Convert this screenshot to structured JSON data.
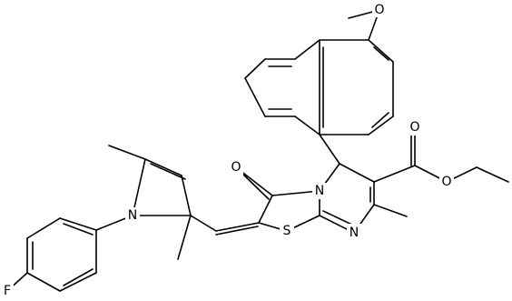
{
  "molecule": {
    "atom_labels": {
      "methoxy_oxygen": "O",
      "ketone_oxygen": "O",
      "ester_carbonyl_oxygen": "O",
      "ester_ether_oxygen": "O",
      "ring_nitrogen": "N",
      "imine_nitrogen": "N",
      "pyrrole_nitrogen": "N",
      "sulfur": "S",
      "fluorine": "F"
    }
  }
}
